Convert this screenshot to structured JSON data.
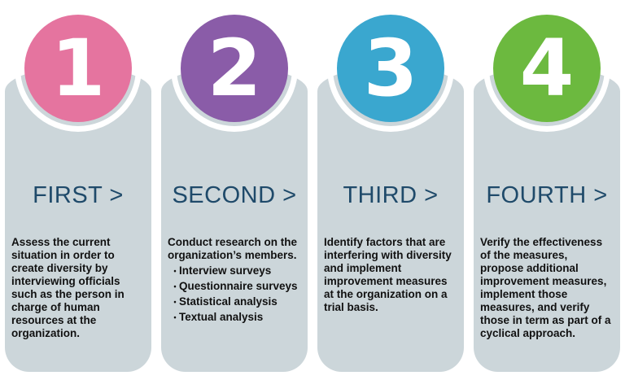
{
  "steps": [
    {
      "number": "1",
      "color": "#e5749f",
      "heading": "FIRST >",
      "text": "Assess the current situation in order to create diversity by interviewing officials such as the person in charge of human resources at the organization.",
      "bullets": []
    },
    {
      "number": "2",
      "color": "#8a5ca8",
      "heading": "SECOND >",
      "text": "Conduct research on the organization’s members.",
      "bullets": [
        "Interview surveys",
        "Questionnaire surveys",
        "Statistical analysis",
        "Textual analysis"
      ]
    },
    {
      "number": "3",
      "color": "#3aa7cf",
      "heading": "THIRD >",
      "text": "Identify factors that are interfering with diversity and implement improvement measures at the organization on a trial basis.",
      "bullets": []
    },
    {
      "number": "4",
      "color": "#6cb93f",
      "heading": "FOURTH >",
      "text": "Verify the effectiveness of the measures, propose additional improvement measures, implement those measures, and verify those in term as part of a cyclical approach.",
      "bullets": []
    }
  ]
}
